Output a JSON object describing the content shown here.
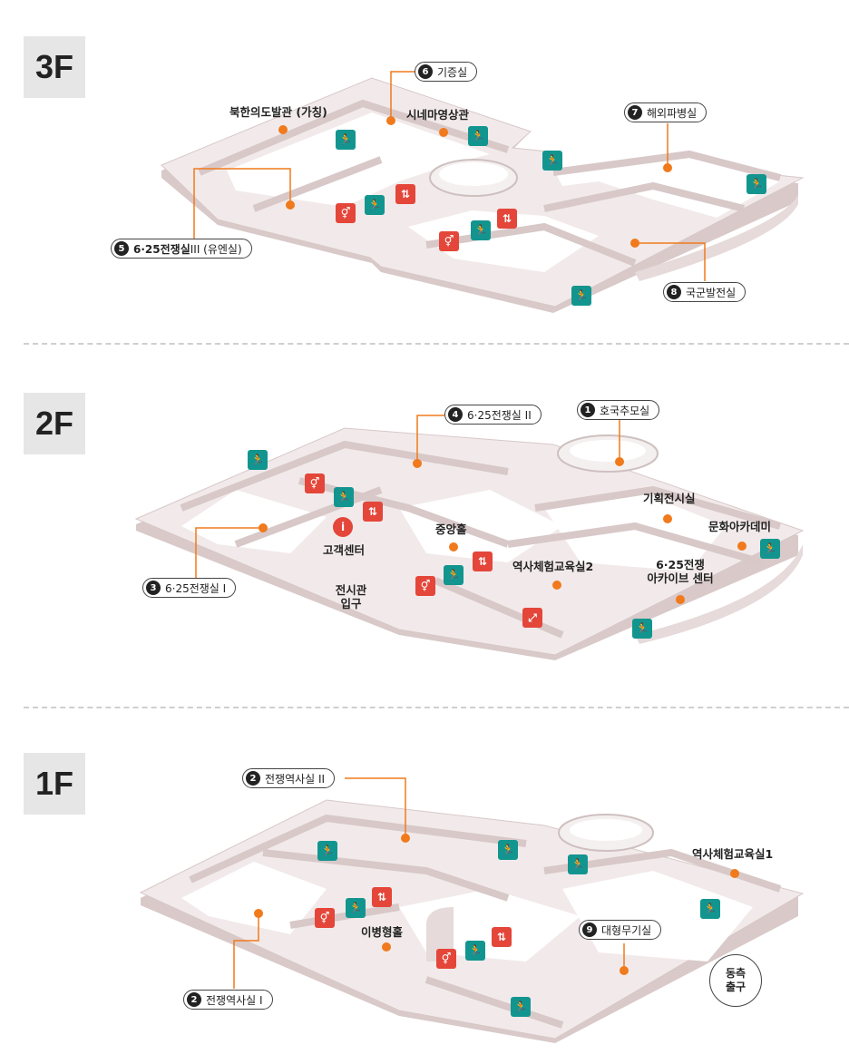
{
  "floors": {
    "f3": {
      "badge": "3F",
      "labels": {
        "north_hall": "북한의도발관 (가칭)",
        "cinema": "시네마영상관"
      },
      "pills": {
        "p6": {
          "num": "6",
          "text": "기증실"
        },
        "p7": {
          "num": "7",
          "text": "해외파병실"
        },
        "p5": {
          "num": "5",
          "bold": "6·25전쟁실",
          "text": " III (유엔실)"
        },
        "p8": {
          "num": "8",
          "text": "국군발전실"
        }
      }
    },
    "f2": {
      "badge": "2F",
      "labels": {
        "customer_center": "고객센터",
        "central_hall": "중앙홀",
        "entrance_1": "전시관",
        "entrance_2": "입구",
        "special_exhibit": "기획전시실",
        "culture_academy": "문화아카데미",
        "edu_room2": "역사체험교육실2",
        "archive_1": "6·25전쟁",
        "archive_2": "아카이브 센터"
      },
      "pills": {
        "p4": {
          "num": "4",
          "text": "6·25전쟁실 II"
        },
        "p1": {
          "num": "1",
          "text": "호국추모실"
        },
        "p3": {
          "num": "3",
          "text": "6·25전쟁실 Ⅰ"
        }
      }
    },
    "f1": {
      "badge": "1F",
      "labels": {
        "edu_room1": "역사체험교육실1",
        "enlisted_hall": "이병형홀",
        "east_exit_1": "동측",
        "east_exit_2": "출구"
      },
      "pills": {
        "p2a": {
          "num": "2",
          "text": "전쟁역사실 II"
        },
        "p9": {
          "num": "9",
          "text": "대형무기실"
        },
        "p2b": {
          "num": "2",
          "text": "전쟁역사실 I"
        }
      }
    }
  },
  "icons": {
    "exit": "emergency-exit-icon",
    "restroom": "restroom-icon",
    "elevator": "elevator-icon",
    "info": "information-icon",
    "escalator": "escalator-icon"
  },
  "colors": {
    "exit": "#13958f",
    "facility": "#e4463a",
    "marker": "#f07a1c",
    "wall": "#e9dcdc"
  }
}
